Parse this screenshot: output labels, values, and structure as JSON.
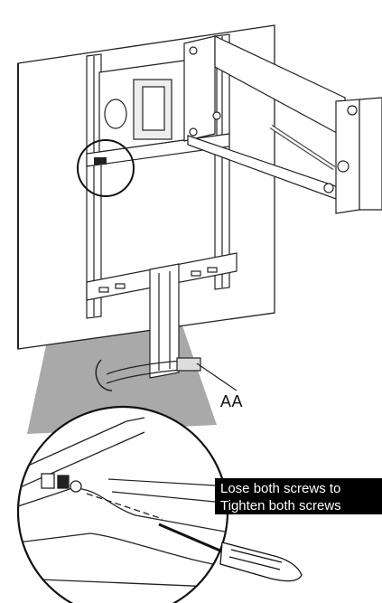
{
  "callout_label": "AA",
  "instruction": {
    "line1": "Lose both screws to",
    "line2": "Tighten both screws"
  }
}
